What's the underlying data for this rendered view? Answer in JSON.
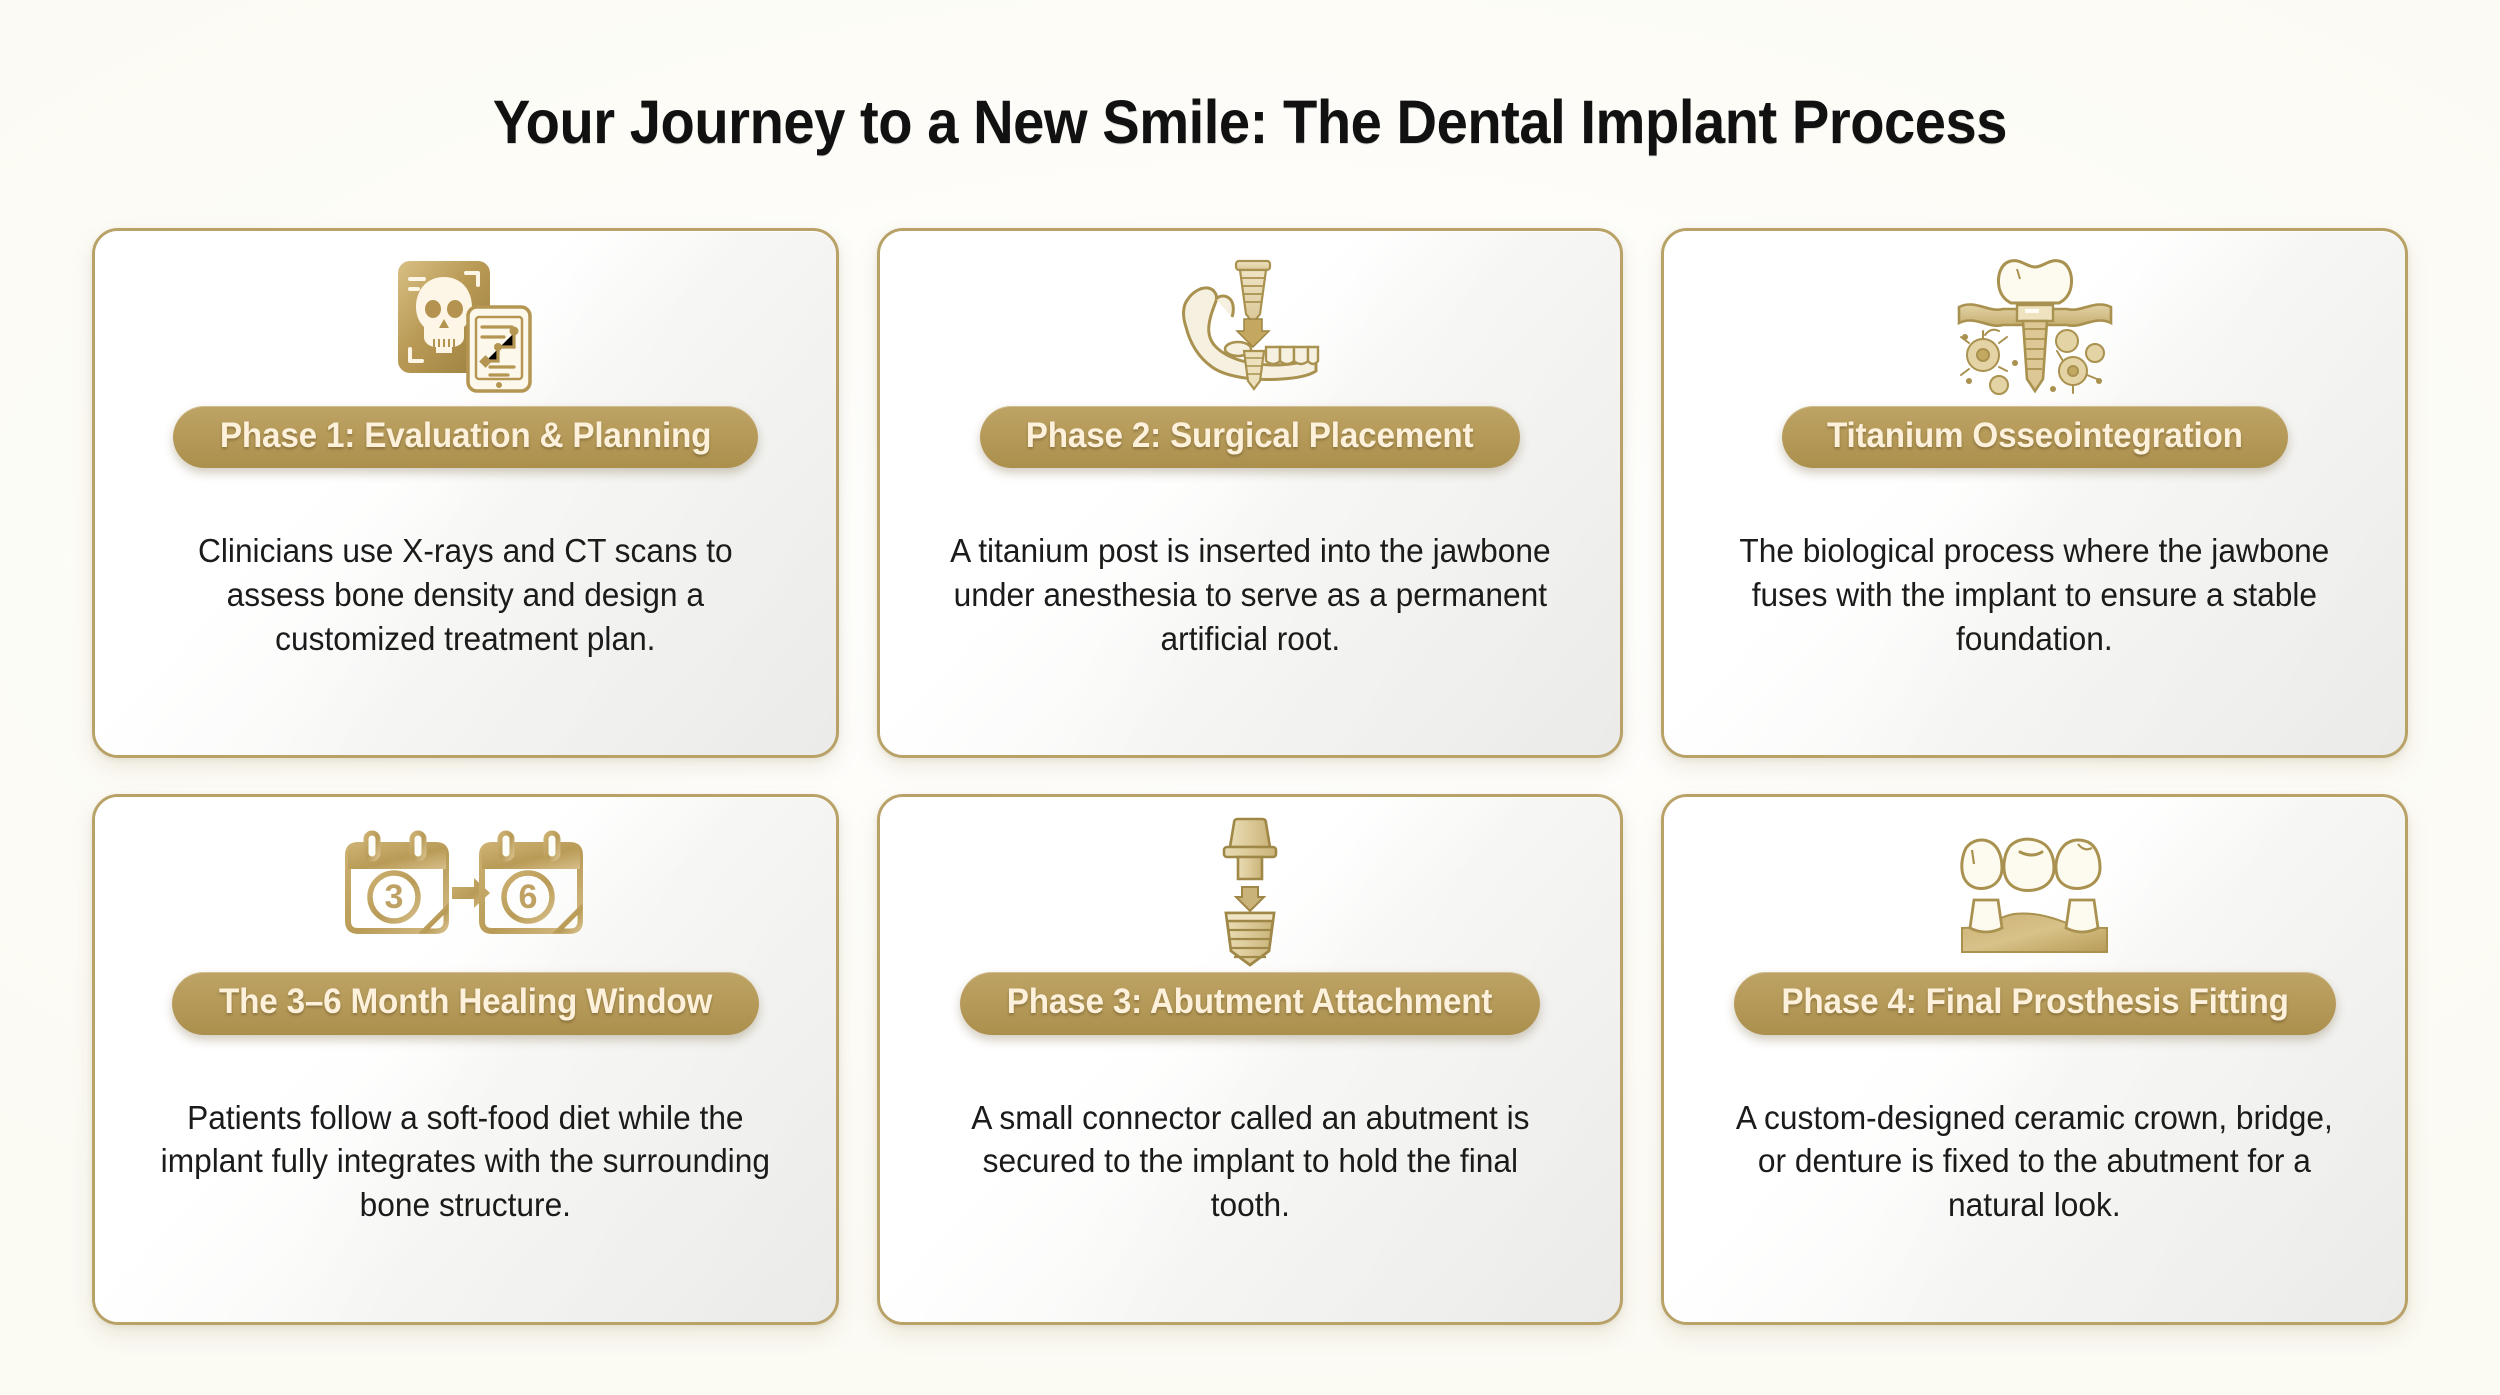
{
  "header": {
    "title": "Your Journey to a New Smile: The Dental Implant Process"
  },
  "theme": {
    "page_background": "#fdfdfa",
    "card_border": "#b9a268",
    "badge_fill": "#b59a59",
    "badge_text": "#fdf1dc",
    "body_text": "#1b1b1b",
    "icon_gold": "#c3a862"
  },
  "cards": [
    {
      "icon": "xray-skull-tablet-icon",
      "badge": "Phase 1: Evaluation & Planning",
      "description": "Clinicians use X-rays and CT scans to assess bone density and design a customized treatment plan."
    },
    {
      "icon": "jawbone-implant-insertion-icon",
      "badge": "Phase 2: Surgical Placement",
      "description": "A titanium post is inserted into the jawbone under anesthesia to serve as a permanent artificial root."
    },
    {
      "icon": "osseointegration-bone-cells-icon",
      "badge": "Titanium Osseointegration",
      "description": "The biological process where the jawbone fuses with the implant to ensure a stable foundation."
    },
    {
      "icon": "calendar-three-to-six-months-icon",
      "badge": "The 3–6 Month Healing Window",
      "description": "Patients follow a soft-food diet while the implant fully integrates with the surrounding bone structure."
    },
    {
      "icon": "abutment-to-implant-icon",
      "badge": "Phase 3: Abutment Attachment",
      "description": "A small connector called an abutment is secured to the implant to hold the final tooth."
    },
    {
      "icon": "dental-bridge-crown-icon",
      "badge": "Phase 4: Final Prosthesis Fitting",
      "description": "A custom-designed ceramic crown, bridge, or denture is fixed to the abutment for a natural look."
    }
  ],
  "icon_labels": {
    "calendar_start": "3",
    "calendar_end": "6"
  }
}
